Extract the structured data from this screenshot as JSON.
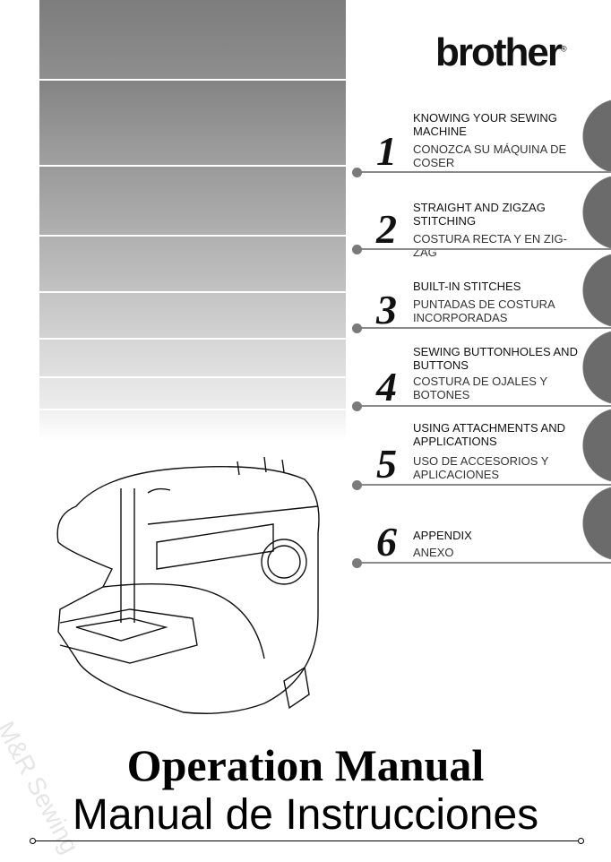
{
  "brand": {
    "name": "brother",
    "registered": "®"
  },
  "chapters": [
    {
      "number": "1",
      "title_en": "KNOWING YOUR SEWING MACHINE",
      "title_es": "CONOZCA SU MÁQUINA DE COSER"
    },
    {
      "number": "2",
      "title_en": "STRAIGHT AND ZIGZAG STITCHING",
      "title_es": "COSTURA RECTA Y EN ZIG-ZAG"
    },
    {
      "number": "3",
      "title_en": "BUILT-IN STITCHES",
      "title_es": "PUNTADAS DE COSTURA INCORPORADAS"
    },
    {
      "number": "4",
      "title_en": "SEWING BUTTONHOLES AND BUTTONS",
      "title_es": "COSTURA DE OJALES Y BOTONES"
    },
    {
      "number": "5",
      "title_en": "USING ATTACHMENTS AND APPLICATIONS",
      "title_es": "USO DE ACCESORIOS Y APLICACIONES"
    },
    {
      "number": "6",
      "title_en": "APPENDIX",
      "title_es": "ANEXO"
    }
  ],
  "title": {
    "en": "Operation Manual",
    "es": "Manual de Instrucciones"
  },
  "watermark": "M&R Sewing",
  "colors": {
    "tab": "#6b6b6b",
    "line": "#8a8a8a"
  }
}
